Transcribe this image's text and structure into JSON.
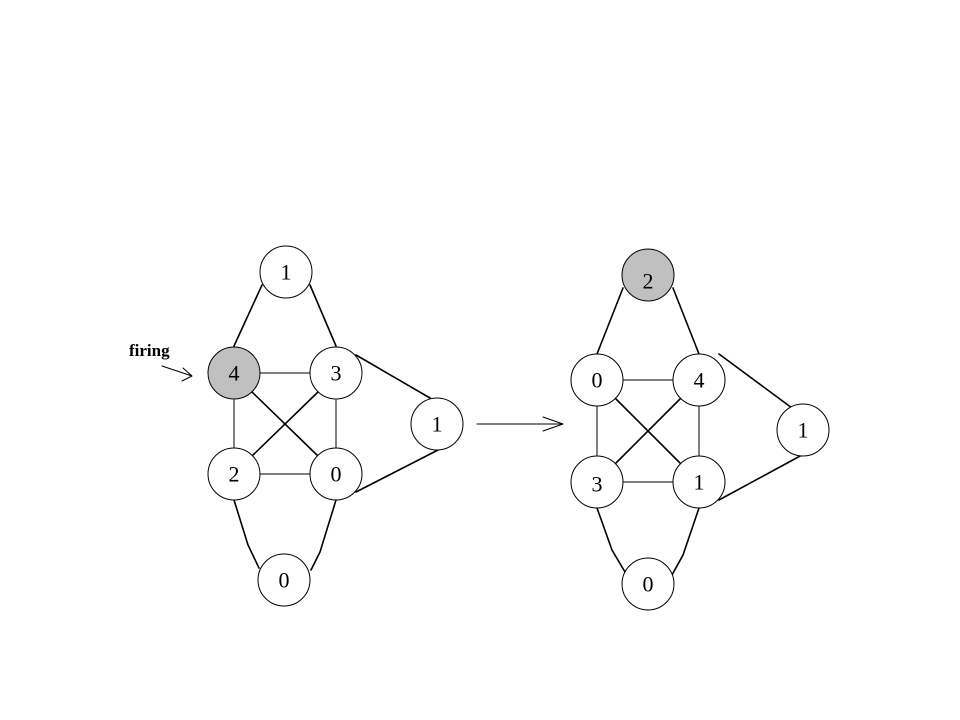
{
  "colors": {
    "background": "#ffffff",
    "node_fill": "#ffffff",
    "firing_fill": "#c0c0c0",
    "stroke": "#000000"
  },
  "annotation": {
    "text": "firing"
  },
  "graphs": [
    {
      "id": "before",
      "firing_node": "left-node-mid-left",
      "nodes": [
        {
          "id": "left-node-top",
          "value": "1"
        },
        {
          "id": "left-node-mid-left",
          "value": "4"
        },
        {
          "id": "left-node-mid-right",
          "value": "3"
        },
        {
          "id": "left-node-low-left",
          "value": "2"
        },
        {
          "id": "left-node-low-right",
          "value": "0"
        },
        {
          "id": "left-node-bottom",
          "value": "0"
        },
        {
          "id": "left-node-side",
          "value": "1"
        }
      ]
    },
    {
      "id": "after",
      "firing_node": "right-node-top",
      "nodes": [
        {
          "id": "right-node-top",
          "value": "2"
        },
        {
          "id": "right-node-mid-left",
          "value": "0"
        },
        {
          "id": "right-node-mid-right",
          "value": "4"
        },
        {
          "id": "right-node-low-left",
          "value": "3"
        },
        {
          "id": "right-node-low-right",
          "value": "1"
        },
        {
          "id": "right-node-bottom",
          "value": "0"
        },
        {
          "id": "right-node-side",
          "value": "1"
        }
      ]
    }
  ]
}
